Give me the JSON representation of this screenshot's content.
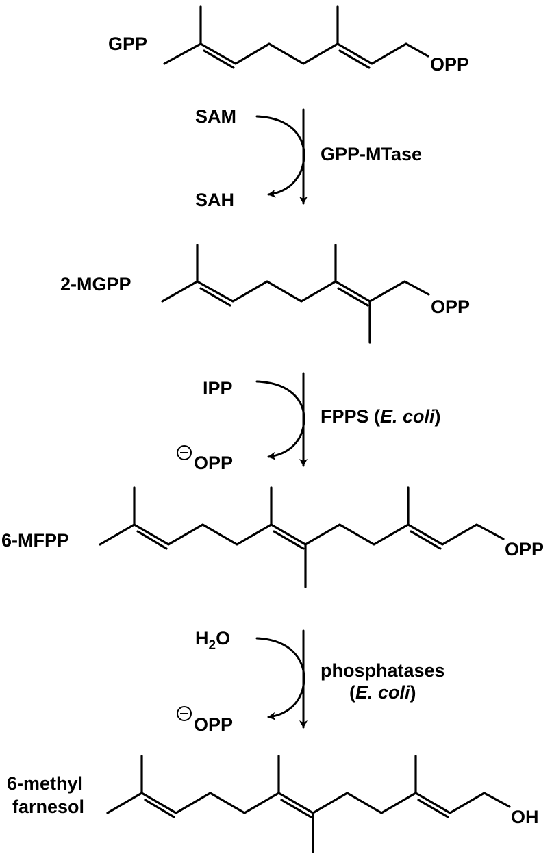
{
  "compounds": {
    "gpp": {
      "name": "GPP",
      "end_group": "OPP"
    },
    "mgpp": {
      "name": "2-MGPP",
      "end_group": "OPP"
    },
    "mfpp": {
      "name": "6-MFPP",
      "end_group": "OPP"
    },
    "methylfarnesol": {
      "name_line1": "6-methyl",
      "name_line2": "farnesol",
      "end_group": "OH"
    }
  },
  "steps": [
    {
      "cosubstrate": "SAM",
      "coproduct": "SAH",
      "enzyme_line1": "GPP-MTase",
      "enzyme_line2": ""
    },
    {
      "cosubstrate": "IPP",
      "coproduct": "OPP",
      "coproduct_charge": "−",
      "enzyme_prefix": "FPPS (",
      "enzyme_italic": "E. coli",
      "enzyme_suffix": ")"
    },
    {
      "cosubstrate_main": "H",
      "cosubstrate_subscript": "2",
      "cosubstrate_tail": "O",
      "coproduct": "OPP",
      "coproduct_charge": "−",
      "enzyme_line1": "phosphatases",
      "enzyme_line2_prefix": "(",
      "enzyme_line2_italic": "E. coli",
      "enzyme_line2_suffix": ")"
    }
  ]
}
